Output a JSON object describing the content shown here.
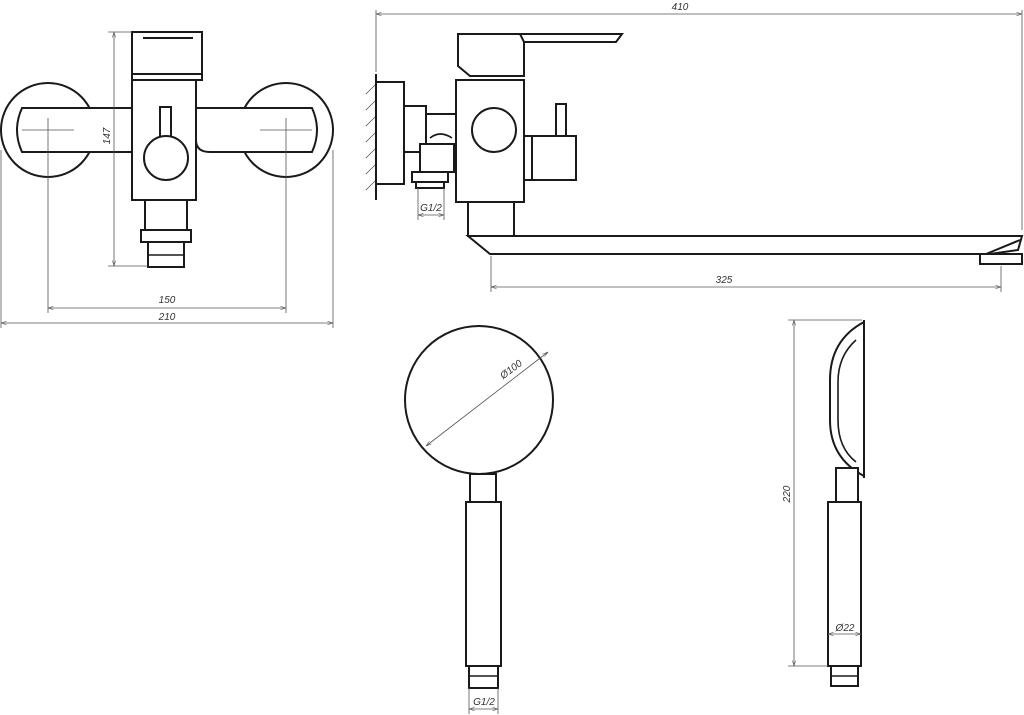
{
  "dimensions": {
    "front_height": "147",
    "front_axis_spacing": "150",
    "front_total_width": "210",
    "side_total_length": "410",
    "side_spout_length": "325",
    "side_thread": "G1/2",
    "head_diameter": "Ø100",
    "handle_thread": "G1/2",
    "profile_length": "220",
    "profile_handle_diameter": "Ø22"
  }
}
